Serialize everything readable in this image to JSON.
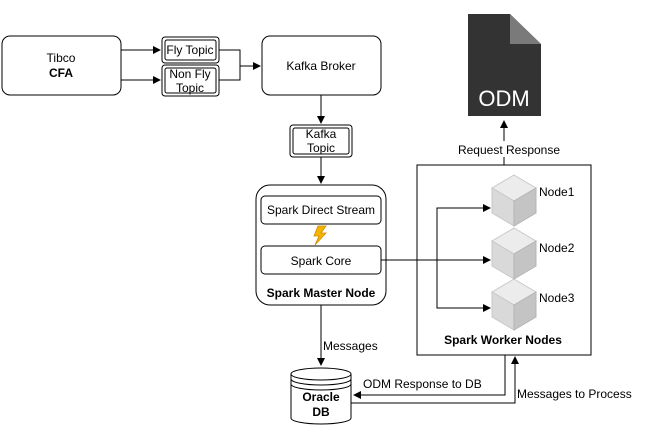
{
  "tibco": {
    "line1": "Tibco",
    "line2": "CFA"
  },
  "fly_topic": {
    "label": "Fly Topic"
  },
  "non_fly_topic": {
    "line1": "Non Fly",
    "line2": "Topic"
  },
  "kafka_broker": {
    "label": "Kafka Broker"
  },
  "kafka_topic": {
    "line1": "Kafka",
    "line2": "Topic"
  },
  "spark_master": {
    "direct_stream": "Spark Direct Stream",
    "core": "Spark Core",
    "title": "Spark  Master Node",
    "icon": "lightning-icon"
  },
  "odm": {
    "label": "ODM",
    "icon": "document-icon"
  },
  "request_response": "Request Response",
  "workers": {
    "title": "Spark Worker Nodes",
    "nodes": [
      "Node1",
      "Node2",
      "Node3"
    ],
    "icon": "cube-icon"
  },
  "messages_label": "Messages",
  "oracle_db": {
    "line1": "Oracle",
    "line2": "DB"
  },
  "odm_response_label": "ODM Response to DB",
  "messages_to_process_label": "Messages to Process"
}
